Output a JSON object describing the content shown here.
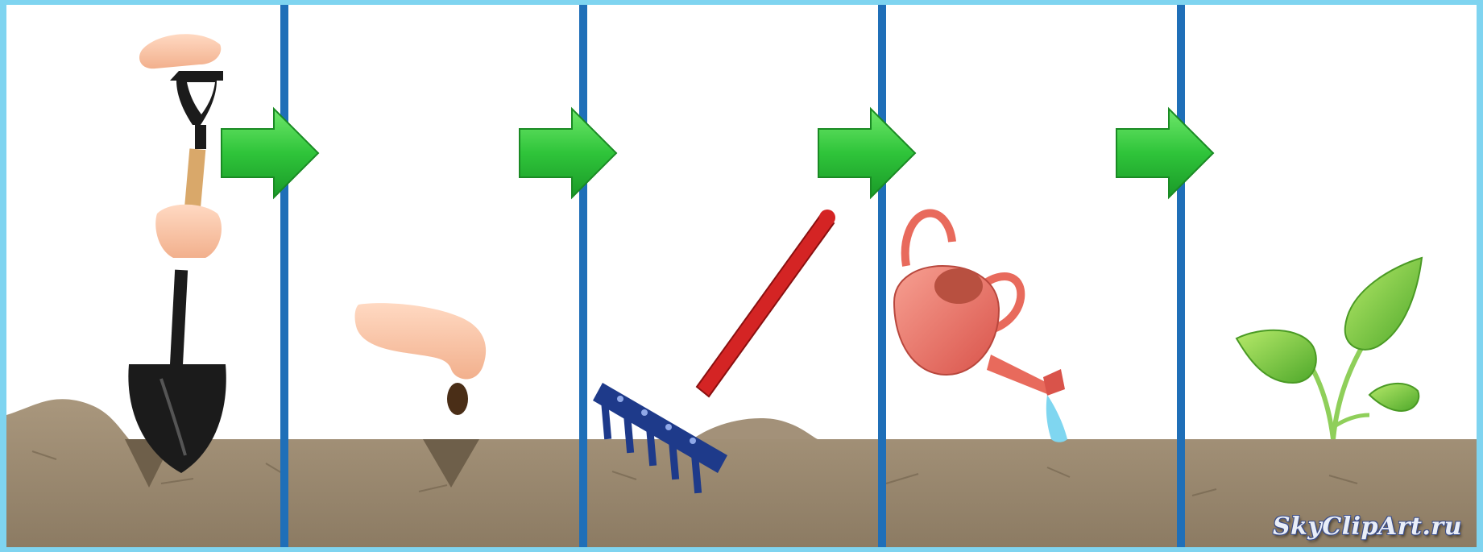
{
  "scene": {
    "steps": [
      {
        "name": "dig",
        "tool": "shovel-icon"
      },
      {
        "name": "sow",
        "tool": "seed-hand-icon"
      },
      {
        "name": "rake",
        "tool": "rake-icon"
      },
      {
        "name": "water",
        "tool": "watering-can-icon"
      },
      {
        "name": "grow",
        "tool": "sprout-icon"
      }
    ],
    "arrow_count": 4
  },
  "colors": {
    "frame": "#7fd4f0",
    "background": "#ffffff",
    "divider": "#1f6fb8",
    "arrow": "#2fc43a",
    "soil": "#9a8a73",
    "shovel": "#1b1b1b",
    "rake_handle": "#d42424",
    "rake_head": "#1e3a8a",
    "can": "#e86a5c",
    "water": "#7fd6f0",
    "leaf": "#7cc83a"
  },
  "watermark": "SkyClipArt.ru"
}
